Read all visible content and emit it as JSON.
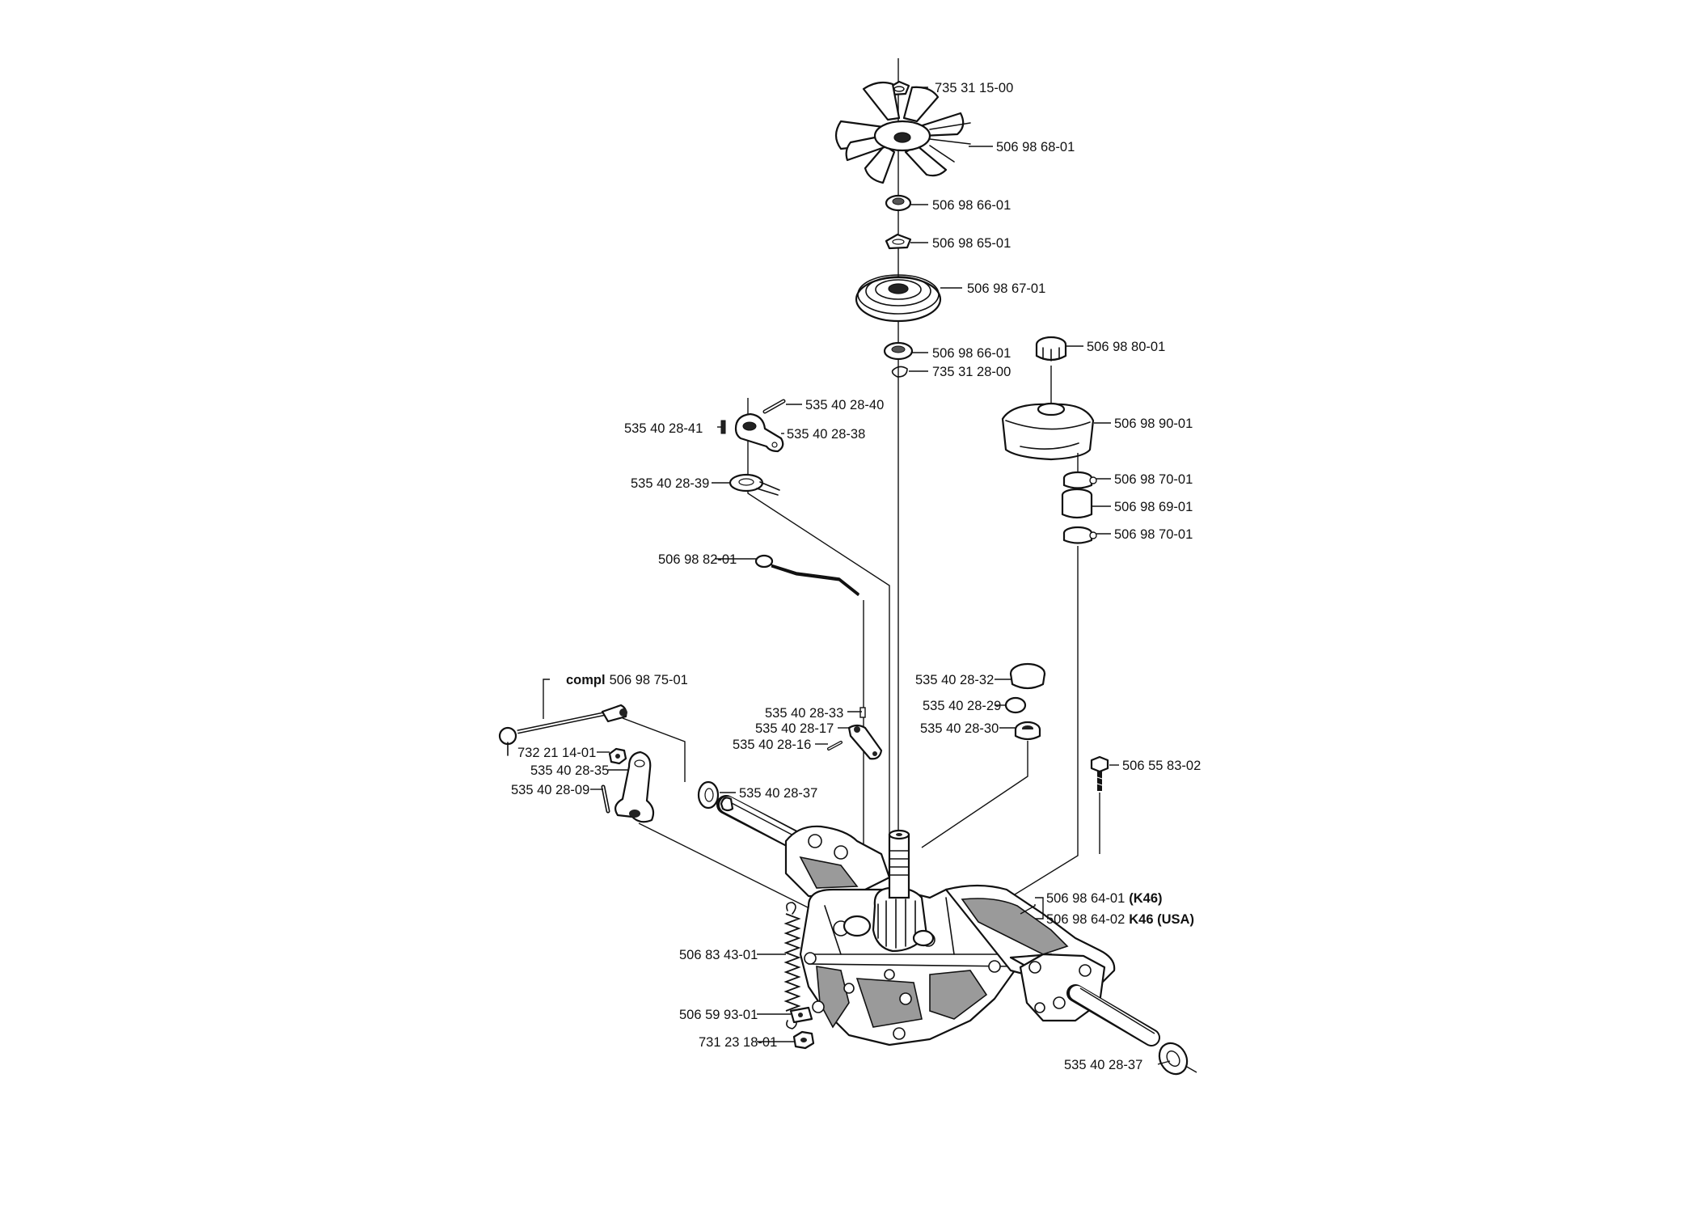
{
  "labels": {
    "p735311500": "735 31 15-00",
    "p506986801": "506 98 68-01",
    "p506986601a": "506 98 66-01",
    "p506986501": "506 98 65-01",
    "p506986701": "506 98 67-01",
    "p506986601b": "506 98 66-01",
    "p735312800": "735 31 28-00",
    "p506988001": "506 98 80-01",
    "p506989001": "506 98 90-01",
    "p506987001a": "506 98 70-01",
    "p506986901": "506 98 69-01",
    "p506987001b": "506 98 70-01",
    "p535402840": "535 40 28-40",
    "p535402841": "535 40 28-41",
    "p535402838": "535 40 28-38",
    "p535402839": "535 40 28-39",
    "p506988201": "506 98 82-01",
    "compl_prefix": "compl",
    "p506987501": "506 98 75-01",
    "p535402833": "535 40 28-33",
    "p535402817": "535 40 28-17",
    "p535402816": "535 40 28-16",
    "p535402832": "535 40 28-32",
    "p535402829": "535 40 28-29",
    "p535402830": "535 40 28-30",
    "p732211401": "732 21 14-01",
    "p535402835": "535 40 28-35",
    "p535402809": "535 40 28-09",
    "p535402837a": "535 40 28-37",
    "p506558302": "506 55 83-02",
    "p506986401": "506 98 64-01",
    "p506986401_note": "(K46)",
    "p506986402": "506 98 64-02",
    "p506986402_note": "K46 (USA)",
    "p506834301": "506 83 43-01",
    "p506599301": "506 59 93-01",
    "p731231801": "731 23 18-01",
    "p535402837b": "535 40 28-37"
  }
}
